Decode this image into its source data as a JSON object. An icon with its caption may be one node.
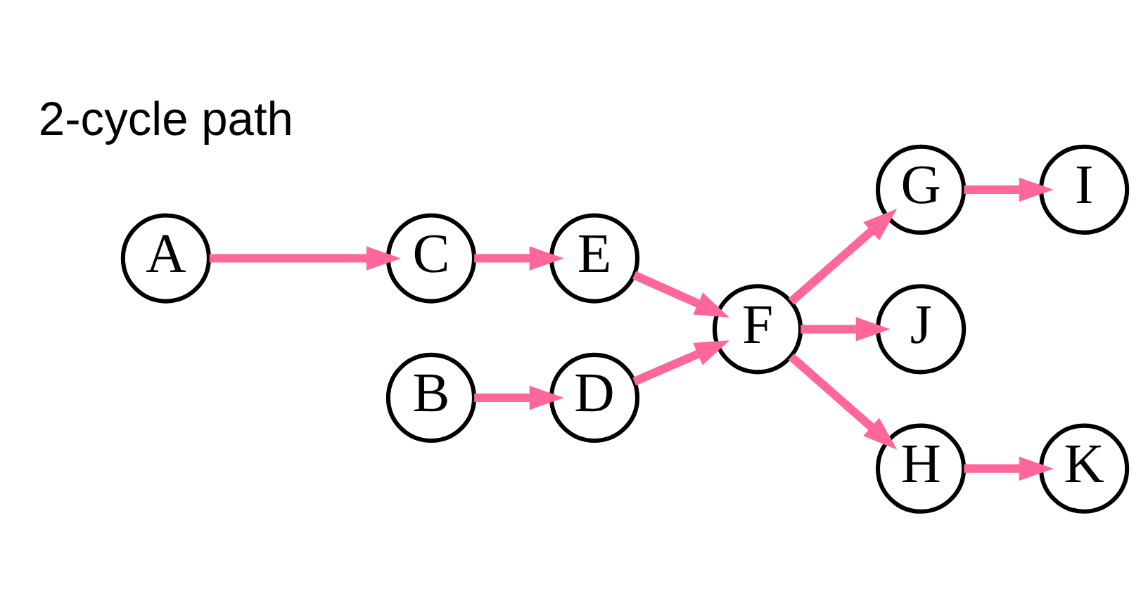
{
  "diagram": {
    "nodes": [
      {
        "text": [
          "G"
        ]
      },
      {
        "text": [
          "I"
        ]
      },
      {
        "text": [
          "A"
        ]
      },
      {
        "text": [
          "C"
        ]
      },
      {
        "text": [
          "E"
        ]
      },
      {
        "text": [
          "F"
        ]
      },
      {
        "text": [
          "J"
        ]
      },
      {
        "text": [
          "B"
        ]
      },
      {
        "text": [
          "D"
        ]
      },
      {
        "text": [
          "H"
        ]
      },
      {
        "text": [
          "K"
        ]
      }
    ],
    "edges": [
      {
        "from": 2,
        "to": 3,
        "arrow": "to"
      },
      {
        "from": 3,
        "to": 4,
        "arrow": "to"
      },
      {
        "from": 4,
        "to": 5,
        "arrow": "to"
      },
      {
        "from": 7,
        "to": 8,
        "arrow": "to"
      },
      {
        "from": 8,
        "to": 5,
        "arrow": "to"
      },
      {
        "from": 5,
        "to": 0,
        "arrow": "to"
      },
      {
        "from": 5,
        "to": 6,
        "arrow": "to"
      },
      {
        "from": 5,
        "to": 9,
        "arrow": "to"
      },
      {
        "from": 0,
        "to": 1,
        "arrow": "to"
      },
      {
        "from": 9,
        "to": 10,
        "arrow": "to"
      }
    ],
    "labels": [
      "2-cycle path"
    ]
  }
}
